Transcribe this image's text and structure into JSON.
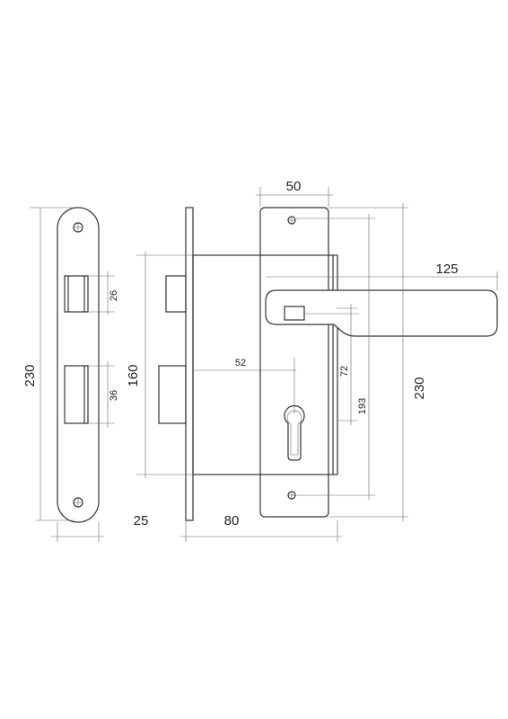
{
  "dimensions": {
    "faceplate_height": "230",
    "latch_height": "26",
    "deadbolt_height": "36",
    "body_height": "160",
    "backset": "25",
    "case_depth": "80",
    "center_distance": "52",
    "escutcheon_width": "50",
    "handle_length": "125",
    "handle_to_cylinder": "72",
    "screw_spacing": "193",
    "escutcheon_height": "230"
  },
  "colors": {
    "line": "#333333",
    "thin": "#666666",
    "text": "#222222"
  }
}
